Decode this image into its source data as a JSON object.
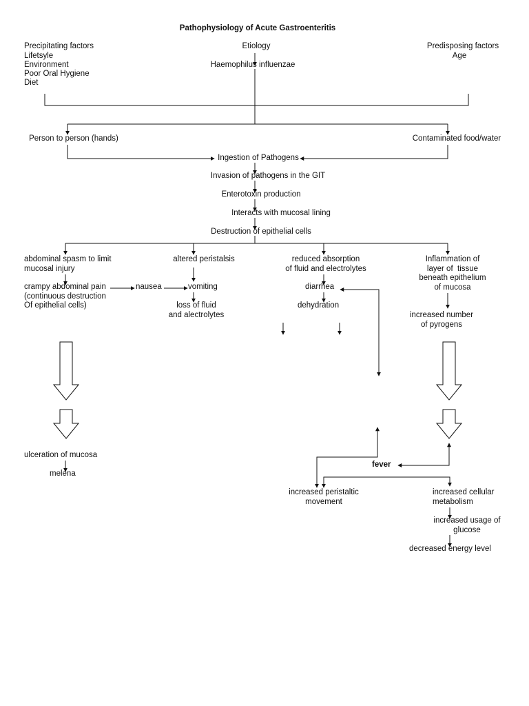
{
  "title": "Pathophysiology of Acute Gastroenteritis",
  "precipitating": {
    "heading": "Precipitating factors",
    "items": [
      "Lifetsyle",
      "Environment",
      "Poor Oral Hygiene",
      "Diet"
    ]
  },
  "etiology": {
    "heading": "Etiology",
    "agent": "Haemophilus influenzae"
  },
  "predisposing": {
    "heading": "Predisposing factors",
    "items": [
      "Age"
    ]
  },
  "transmission": {
    "left": "Person to person (hands)",
    "right": "Contaminated food/water"
  },
  "chain": [
    "Ingestion of Pathogens",
    "Invasion of pathogens in the GIT",
    "Enterotoxin production",
    "Interacts with mucosal lining",
    "Destruction of epithelial cells"
  ],
  "col1": {
    "spasm": "abdominal spasm to limit\nmucosal injury",
    "cramp": "crampy abdominal pain\n(continuous destruction\nOf epithelial cells)",
    "ulcer": "ulceration of mucosa",
    "melena": "melena"
  },
  "col2": {
    "peristalsis": "altered peristalsis",
    "nausea": "nausea",
    "vomiting": "vomiting",
    "loss": "loss of fluid\nand alectrolytes"
  },
  "col3": {
    "reduced": "reduced absorption\nof fluid and electrolytes",
    "diarrhea": "diarrhea",
    "dehydration": "dehydration"
  },
  "col4": {
    "inflammation": "Inflammation of\nlayer of  tissue\nbeneath epithelium\nof mucosa",
    "pyrogens": "increased number\nof pyrogens"
  },
  "fever": {
    "label": "fever",
    "peristaltic": "increased peristaltic\nmovement",
    "metabolism": "increased cellular\nmetabolism",
    "glucose": "increased usage of\nglucose",
    "energy": "decreased energy level"
  }
}
